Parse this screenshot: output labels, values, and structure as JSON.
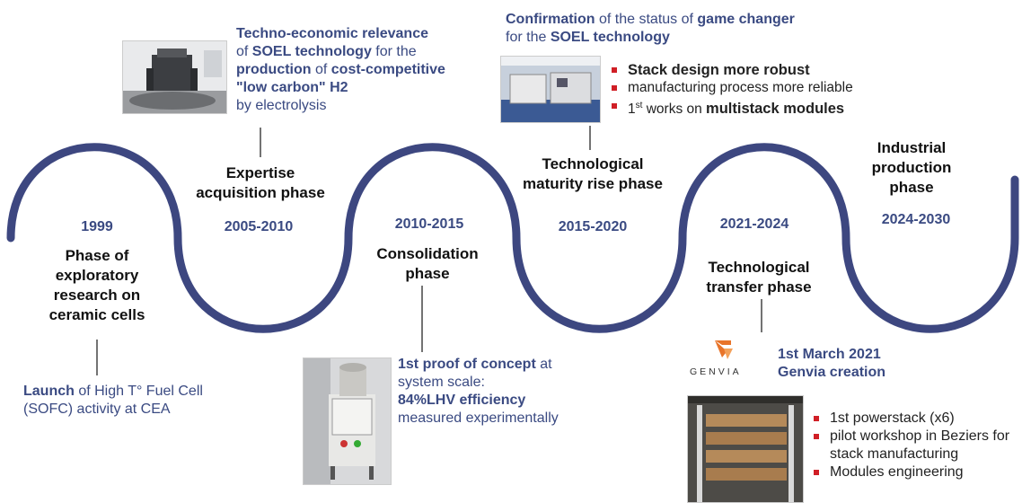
{
  "colors": {
    "wave": "#3d4780",
    "text_blue": "#3a4a82",
    "bullet": "#d01f26"
  },
  "stages": [
    {
      "year": "1999",
      "phase": "Phase of exploratory research on ceramic cells"
    },
    {
      "year": "2005-2010",
      "phase": "Expertise acquisition phase"
    },
    {
      "year": "2010-2015",
      "phase": "Consolidation phase"
    },
    {
      "year": "2015-2020",
      "phase": "Technological maturity rise phase"
    },
    {
      "year": "2021-2024",
      "phase": "Technological transfer phase"
    },
    {
      "year": "2024-2030",
      "phase": "Industrial production phase"
    }
  ],
  "notes": {
    "launch": {
      "bold": "Launch",
      "rest": " of High T° Fuel Cell (SOFC) activity at CEA"
    },
    "techno": {
      "p1": "Techno-economic relevance",
      "p2": "of ",
      "p3": "SOEL technology",
      "p4": " for the ",
      "p5": "production",
      "p6": " of ",
      "p7": "cost-competitive \"low carbon\" H2",
      "p8": "by electrolysis"
    },
    "proof": {
      "p1": "1st proof of concept",
      "p2": " at system scale:",
      "p3": "84%LHV efficiency",
      "p4": "measured experimentally"
    },
    "confirm": {
      "p1": "Confirmation",
      "p2": " of the status of ",
      "p3": "game changer",
      "p4": " for the ",
      "p5": "SOEL technology"
    },
    "confirm_bullets": {
      "b1": "Stack design more robust",
      "b2": "manufacturing process more reliable",
      "b3_pre": "1",
      "b3_sup": "st",
      "b3_mid": " works on ",
      "b3_bold": "multistack modules"
    },
    "genvia": {
      "logo": "GENVIA",
      "date": "1st March 2021",
      "creation": "Genvia creation"
    },
    "genvia_bullets": [
      "1st powerstack (x6)",
      "pilot workshop in Beziers for stack manufacturing",
      "Modules engineering"
    ]
  }
}
